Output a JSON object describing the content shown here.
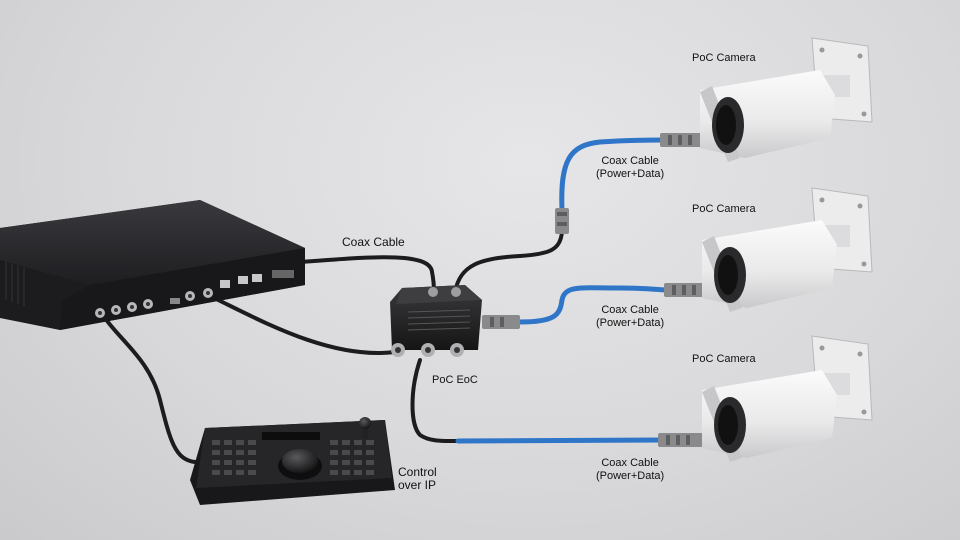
{
  "labels": {
    "camera_1": "PoC Camera",
    "camera_2": "PoC Camera",
    "camera_3": "PoC Camera",
    "coax_main": "Coax Cable",
    "coax_cam1_line1": "Coax Cable",
    "coax_cam1_line2": "(Power+Data)",
    "coax_cam2_line1": "Coax Cable",
    "coax_cam2_line2": "(Power+Data)",
    "coax_cam3_line1": "Coax Cable",
    "coax_cam3_line2": "(Power+Data)",
    "hub": "PoC EoC",
    "control_line1": "Control",
    "control_line2": "over IP"
  },
  "colors": {
    "coax_blue": "#2f76c8",
    "black_cable": "#1c1c1e",
    "recorder_body": "#232326",
    "camera_white": "#f2f2f2"
  }
}
